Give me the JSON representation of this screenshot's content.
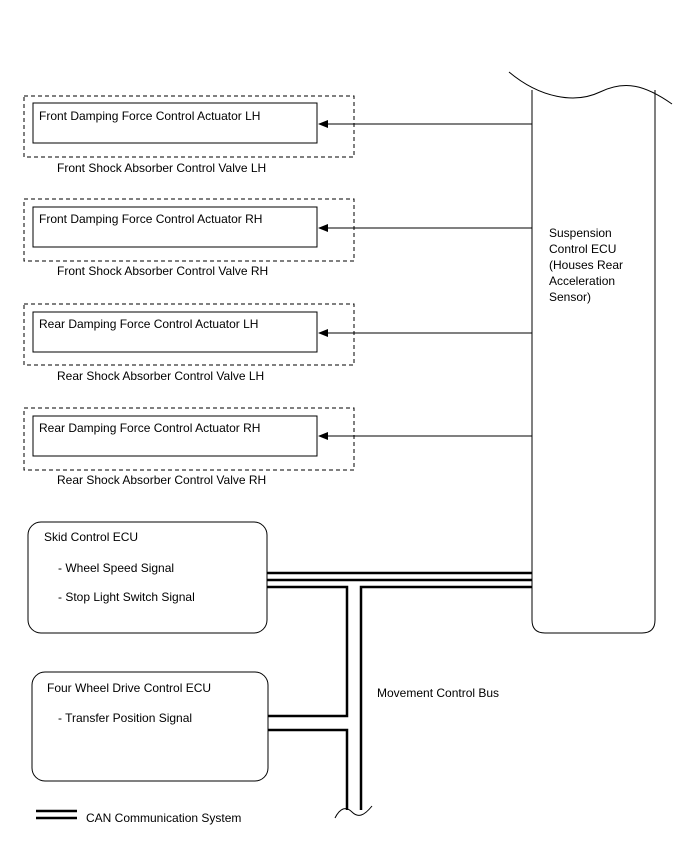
{
  "ecu": {
    "label_lines": [
      "Suspension",
      "Control ECU",
      "(Houses Rear",
      "Acceleration",
      "Sensor)"
    ]
  },
  "actuators": [
    {
      "inner": "Front Damping Force Control Actuator LH",
      "outer": "Front Shock Absorber Control Valve LH"
    },
    {
      "inner": "Front Damping Force Control Actuator RH",
      "outer": "Front Shock Absorber Control Valve RH"
    },
    {
      "inner": "Rear Damping Force Control Actuator LH",
      "outer": "Rear Shock Absorber Control Valve LH"
    },
    {
      "inner": "Rear Damping Force Control Actuator RH",
      "outer": "Rear Shock Absorber Control Valve RH"
    }
  ],
  "skid_ecu": {
    "title": "Skid Control ECU",
    "signals": [
      "- Wheel Speed Signal",
      "- Stop Light Switch Signal"
    ]
  },
  "fourwd_ecu": {
    "title": "Four Wheel Drive Control ECU",
    "signals": [
      "- Transfer Position Signal"
    ]
  },
  "bus_label": "Movement Control Bus",
  "legend": {
    "label": "CAN Communication System"
  }
}
